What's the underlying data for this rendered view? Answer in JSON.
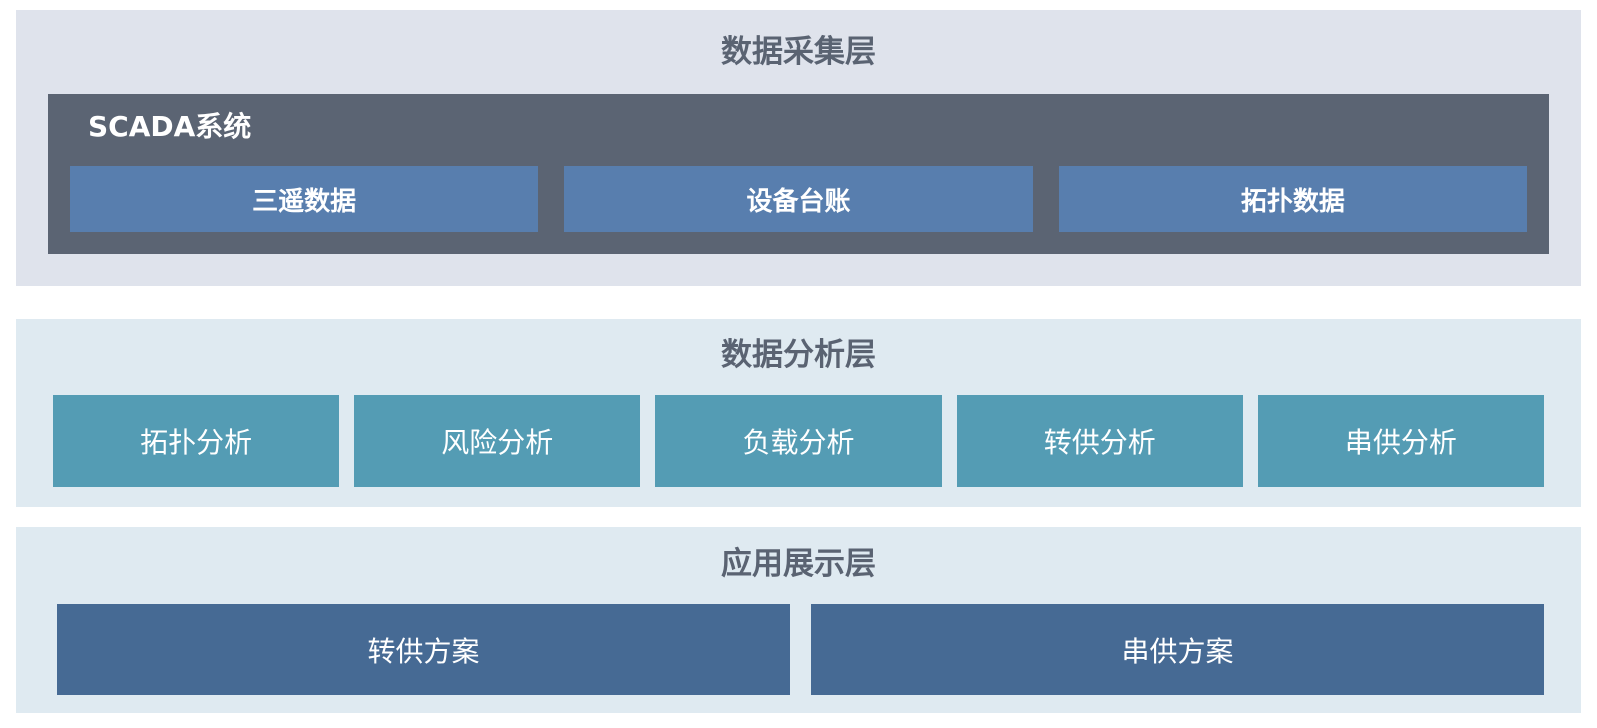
{
  "colors": {
    "page_bg": "#ffffff",
    "collection_layer_bg": "#dfe3ec",
    "scada_container_bg": "#5b6473",
    "collection_item_bg": "#587eae",
    "analysis_layer_bg": "#dfeaf1",
    "analysis_item_bg": "#549cb4",
    "application_layer_bg": "#dfeaf1",
    "application_item_bg": "#466a94",
    "layer_title_color": "#5a6372",
    "item_text_color": "#ffffff"
  },
  "layers": {
    "collection": {
      "title": "数据采集层",
      "scada": {
        "label": "SCADA系统",
        "items": [
          {
            "label": "三遥数据"
          },
          {
            "label": "设备台账"
          },
          {
            "label": "拓扑数据"
          }
        ]
      }
    },
    "analysis": {
      "title": "数据分析层",
      "items": [
        {
          "label": "拓扑分析"
        },
        {
          "label": "风险分析"
        },
        {
          "label": "负载分析"
        },
        {
          "label": "转供分析"
        },
        {
          "label": "串供分析"
        }
      ]
    },
    "application": {
      "title": "应用展示层",
      "items": [
        {
          "label": "转供方案"
        },
        {
          "label": "串供方案"
        }
      ]
    }
  }
}
